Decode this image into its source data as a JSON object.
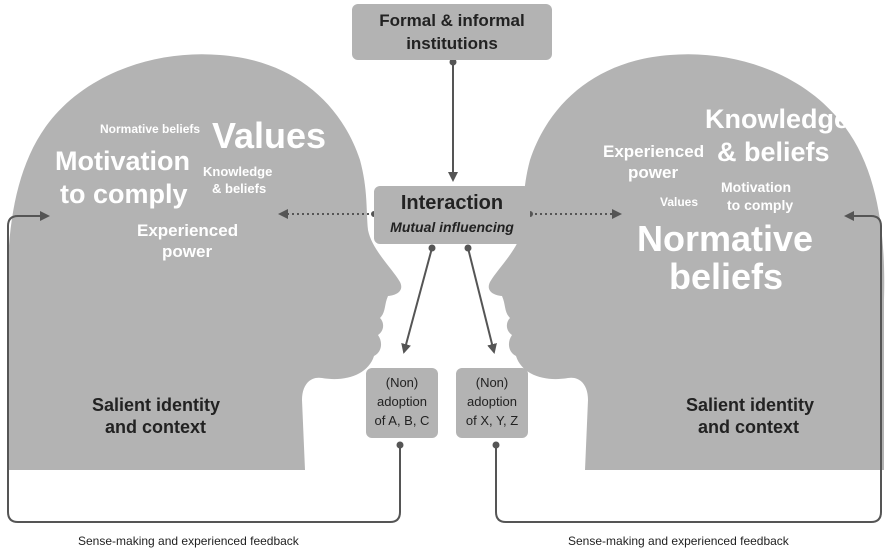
{
  "top_box": {
    "line1": "Formal & informal",
    "line2": "institutions"
  },
  "interaction": {
    "title": "Interaction",
    "subtitle": "Mutual influencing"
  },
  "left_head": {
    "normative_beliefs": "Normative beliefs",
    "values": "Values",
    "motivation_l1": "Motivation",
    "motivation_l2": "to comply",
    "knowledge_l1": "Knowledge",
    "knowledge_l2": "& beliefs",
    "power_l1": "Experienced",
    "power_l2": "power",
    "identity_l1": "Salient identity",
    "identity_l2": "and context"
  },
  "right_head": {
    "knowledge_l1": "Knowledge",
    "knowledge_l2": "& beliefs",
    "power_l1": "Experienced",
    "power_l2": "power",
    "values": "Values",
    "motivation_l1": "Motivation",
    "motivation_l2": "to comply",
    "normative_l1": "Normative",
    "normative_l2": "beliefs",
    "identity_l1": "Salient identity",
    "identity_l2": "and context"
  },
  "adoption_left": {
    "l1": "(Non)",
    "l2": "adoption",
    "l3": "of A, B, C"
  },
  "adoption_right": {
    "l1": "(Non)",
    "l2": "adoption",
    "l3": "of X, Y, Z"
  },
  "feedback_left": "Sense-making and experienced feedback",
  "feedback_right": "Sense-making and experienced feedback",
  "colors": {
    "head": "#b3b3b3",
    "box": "#b3b3b3",
    "arrow": "#555555",
    "text_dark": "#222222"
  }
}
